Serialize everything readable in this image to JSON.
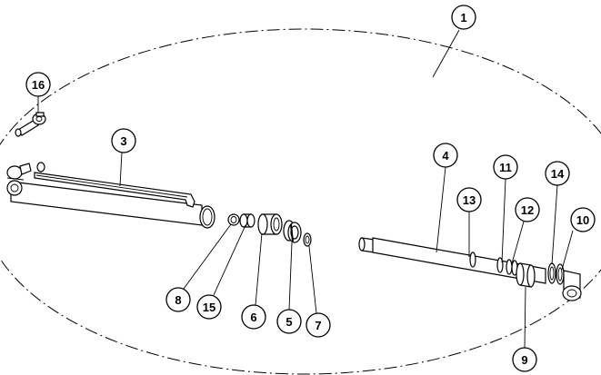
{
  "diagram": {
    "callouts": [
      {
        "id": "1",
        "label": "1"
      },
      {
        "id": "16",
        "label": "16"
      },
      {
        "id": "3",
        "label": "3"
      },
      {
        "id": "4",
        "label": "4"
      },
      {
        "id": "11",
        "label": "11"
      },
      {
        "id": "14",
        "label": "14"
      },
      {
        "id": "13",
        "label": "13"
      },
      {
        "id": "12",
        "label": "12"
      },
      {
        "id": "10",
        "label": "10"
      },
      {
        "id": "8",
        "label": "8"
      },
      {
        "id": "15",
        "label": "15"
      },
      {
        "id": "6",
        "label": "6"
      },
      {
        "id": "5",
        "label": "5"
      },
      {
        "id": "7",
        "label": "7"
      },
      {
        "id": "9",
        "label": "9"
      }
    ],
    "parts": [
      {
        "number": "1",
        "name": "assembly-outline"
      },
      {
        "number": "3",
        "name": "cylinder-barrel"
      },
      {
        "number": "4",
        "name": "piston-rod"
      },
      {
        "number": "5",
        "name": "seal"
      },
      {
        "number": "6",
        "name": "bushing"
      },
      {
        "number": "7",
        "name": "retaining-ring"
      },
      {
        "number": "8",
        "name": "ring"
      },
      {
        "number": "9",
        "name": "piston"
      },
      {
        "number": "10",
        "name": "o-ring"
      },
      {
        "number": "11",
        "name": "seal-ring"
      },
      {
        "number": "12",
        "name": "wear-ring"
      },
      {
        "number": "13",
        "name": "rod-ring"
      },
      {
        "number": "14",
        "name": "o-ring"
      },
      {
        "number": "15",
        "name": "spacer"
      },
      {
        "number": "16",
        "name": "tie-rod-end"
      }
    ]
  }
}
